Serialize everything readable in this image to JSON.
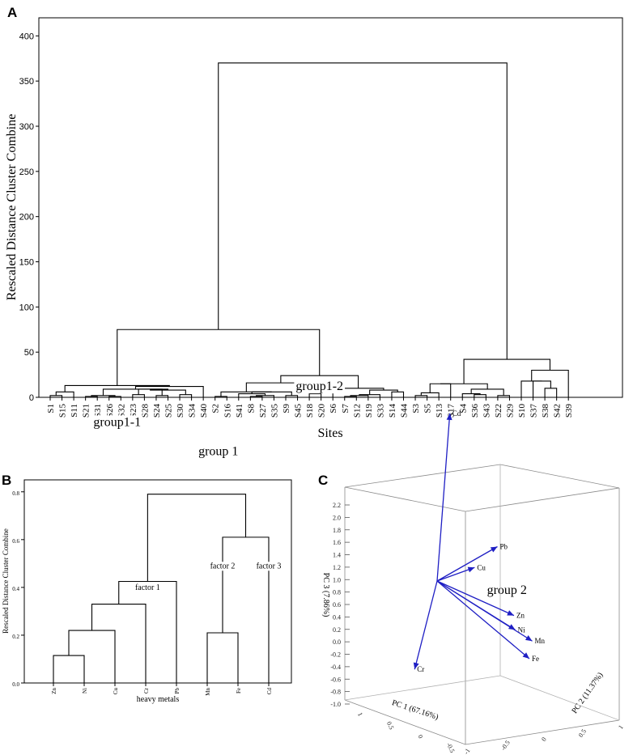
{
  "chart_data": [
    {
      "panel": "A",
      "type": "dendrogram",
      "ylabel": "Rescaled Distance Cluster Combine",
      "xlabel": "Sites",
      "ylim": [
        0,
        420
      ],
      "yticks": [
        0,
        50,
        100,
        150,
        200,
        250,
        300,
        350,
        400
      ],
      "leaves": [
        "S1",
        "S15",
        "S11",
        "S21",
        "S31",
        "S26",
        "S32",
        "S23",
        "S28",
        "S24",
        "S25",
        "S30",
        "S34",
        "S40",
        "S2",
        "S16",
        "S41",
        "S8",
        "S27",
        "S35",
        "S9",
        "S45",
        "S18",
        "S20",
        "S6",
        "S7",
        "S12",
        "S19",
        "S33",
        "S14",
        "S44",
        "S3",
        "S5",
        "S13",
        "S17",
        "S4",
        "S36",
        "S43",
        "S22",
        "S29",
        "S10",
        "S37",
        "S38",
        "S42",
        "S39"
      ],
      "merges": [
        {
          "l": 0,
          "r": 1,
          "h": 2
        },
        {
          "l": "m0",
          "r": 2,
          "h": 6
        },
        {
          "l": 3,
          "r": 4,
          "h": 1
        },
        {
          "l": 5,
          "r": 6,
          "h": 1
        },
        {
          "l": "m2",
          "r": "m3",
          "h": 2
        },
        {
          "l": 7,
          "r": 8,
          "h": 3
        },
        {
          "l": 9,
          "r": 10,
          "h": 2
        },
        {
          "l": "m5",
          "r": "m6",
          "h": 9
        },
        {
          "l": 11,
          "r": 12,
          "h": 3
        },
        {
          "l": "m7",
          "r": "m8",
          "h": 8
        },
        {
          "l": "m4",
          "r": "m9",
          "h": 9
        },
        {
          "l": "m10",
          "r": 13,
          "h": 12
        },
        {
          "l": "m1",
          "r": "m11",
          "h": 13
        },
        {
          "l": 14,
          "r": 15,
          "h": 1
        },
        {
          "l": 17,
          "r": 18,
          "h": 1
        },
        {
          "l": "m14",
          "r": 19,
          "h": 2
        },
        {
          "l": 16,
          "r": "m15",
          "h": 4
        },
        {
          "l": 20,
          "r": 21,
          "h": 2
        },
        {
          "l": "m16",
          "r": "m17",
          "h": 6
        },
        {
          "l": "m13",
          "r": "m18",
          "h": 6
        },
        {
          "l": 22,
          "r": 23,
          "h": 4
        },
        {
          "l": "m19",
          "r": "m20",
          "h": 16
        },
        {
          "l": 25,
          "r": 26,
          "h": 1
        },
        {
          "l": "m22",
          "r": 27,
          "h": 2
        },
        {
          "l": "m23",
          "r": 28,
          "h": 3
        },
        {
          "l": 29,
          "r": 30,
          "h": 6
        },
        {
          "l": "m24",
          "r": "m25",
          "h": 8
        },
        {
          "l": 24,
          "r": "m26",
          "h": 10
        },
        {
          "l": "m21",
          "r": "m27",
          "h": 24
        },
        {
          "l": "m12",
          "r": "m28",
          "h": 75
        },
        {
          "l": 31,
          "r": 32,
          "h": 2
        },
        {
          "l": "m30",
          "r": 33,
          "h": 5
        },
        {
          "l": "m31",
          "r": 34,
          "h": 15
        },
        {
          "l": 36,
          "r": 37,
          "h": 3
        },
        {
          "l": 35,
          "r": "m33",
          "h": 4
        },
        {
          "l": 38,
          "r": 39,
          "h": 2
        },
        {
          "l": "m34",
          "r": "m35",
          "h": 9
        },
        {
          "l": "m32",
          "r": "m36",
          "h": 15
        },
        {
          "l": 42,
          "r": 43,
          "h": 10
        },
        {
          "l": 41,
          "r": "m38",
          "h": 18
        },
        {
          "l": 40,
          "r": "m39",
          "h": 18
        },
        {
          "l": "m40",
          "r": 44,
          "h": 30
        },
        {
          "l": "m37",
          "r": "m41",
          "h": 42
        },
        {
          "l": "m29",
          "r": "m42",
          "h": 370
        }
      ],
      "annotations": [
        {
          "text": "group 1",
          "at": "m29",
          "offset": -155
        },
        {
          "text": "group 2",
          "at": "m42",
          "offset": -290
        },
        {
          "text": "group1-1",
          "at": "m12",
          "offset": -50
        },
        {
          "text": "group1-2",
          "at": "m28",
          "offset": -18
        }
      ]
    },
    {
      "panel": "B",
      "type": "dendrogram",
      "ylabel": "Rescaled Distance Cluster Combine",
      "xlabel": "heavy metals",
      "ylim": [
        0,
        0.85
      ],
      "yticks": [
        "0.0",
        "0.2",
        "0.4",
        "0.6",
        "0.8"
      ],
      "leaves": [
        "Zn",
        "Ni",
        "Cu",
        "Cr",
        "Pb",
        "Mn",
        "Fe",
        "Cd"
      ],
      "merges": [
        {
          "l": 0,
          "r": 1,
          "h": 0.115
        },
        {
          "l": "m0",
          "r": 2,
          "h": 0.22
        },
        {
          "l": "m1",
          "r": 3,
          "h": 0.33
        },
        {
          "l": "m2",
          "r": 4,
          "h": 0.425
        },
        {
          "l": 5,
          "r": 6,
          "h": 0.21
        },
        {
          "l": "m4",
          "r": 7,
          "h": 0.61
        },
        {
          "l": "m3",
          "r": "m5",
          "h": 0.79
        }
      ],
      "annotations": [
        {
          "text": "factor 1",
          "at": "m3",
          "offset": 0.025
        },
        {
          "text": "factor 2",
          "at": "m5l",
          "offset": 0
        },
        {
          "text": "factor 3",
          "at": "m5r",
          "offset": 0
        }
      ]
    },
    {
      "panel": "C",
      "type": "biplot-3d",
      "axis_labels": {
        "z": "PC 3 (7.86%)",
        "x": "PC 1 (67.16%)",
        "y": "PC 2 (11.37%)"
      },
      "zticks": [
        "2.2",
        "2.0",
        "1.8",
        "1.6",
        "1.4",
        "1.2",
        "1.0",
        "0.8",
        "0.6",
        "0.4",
        "0.2",
        "0.0",
        "-0.2",
        "-0.4",
        "-0.6",
        "-0.8",
        "-1.0"
      ],
      "xticks": [
        "1",
        "0.5",
        "0",
        "-0.5"
      ],
      "yticks": [
        "-1",
        "-0.5",
        "0",
        "0.5",
        "1"
      ],
      "vectors": [
        {
          "name": "Cd",
          "value": [
            0.12,
            0.06,
            2.1
          ]
        },
        {
          "name": "Pb",
          "value": [
            0.55,
            0.3,
            0.55
          ]
        },
        {
          "name": "Cu",
          "value": [
            0.35,
            0.18,
            0.25
          ]
        },
        {
          "name": "Zn",
          "value": [
            0.68,
            0.4,
            -0.28
          ]
        },
        {
          "name": "Ni",
          "value": [
            0.7,
            0.4,
            -0.45
          ]
        },
        {
          "name": "Mn",
          "value": [
            0.86,
            0.48,
            -0.55
          ]
        },
        {
          "name": "Fe",
          "value": [
            0.84,
            0.46,
            -0.77
          ]
        },
        {
          "name": "Cr",
          "value": [
            0.02,
            -0.3,
            -1.0
          ]
        }
      ],
      "vector_color": "#1f1fc4"
    }
  ],
  "panels": {
    "a": "A",
    "b": "B",
    "c": "C"
  }
}
